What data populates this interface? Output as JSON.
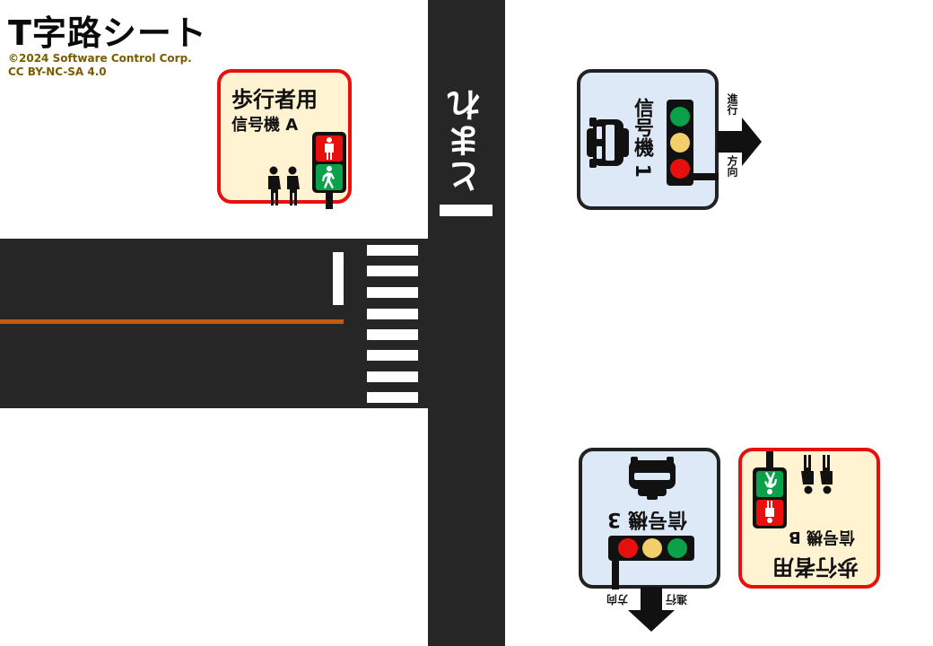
{
  "header": {
    "title": "T字路シート",
    "copyright_line1": "©2024 Software Control Corp.",
    "copyright_line2": "CC BY-NC-SA 4.0"
  },
  "road": {
    "label": "とまれ"
  },
  "pedestrian_signal_a": {
    "title": "歩行者用",
    "subtitle": "信号機 A"
  },
  "pedestrian_signal_b": {
    "title": "歩行者用",
    "subtitle": "信号機 B"
  },
  "vehicle_signal_1": {
    "label": "信号機 1",
    "arrow_label_top": "進行",
    "arrow_label_bottom": "方向"
  },
  "vehicle_signal_3": {
    "label": "信号機 3",
    "arrow_label_left": "方向",
    "arrow_label_right": "進行"
  },
  "colors": {
    "road": "#262626",
    "center_line": "#c35a12",
    "pedestrian_card_bg": "#fff3d2",
    "pedestrian_card_border": "#e8100c",
    "vehicle_card_bg": "#dde9f6",
    "signal_green": "#0aa14a",
    "signal_yellow": "#f2cf6a",
    "signal_red": "#e8100c"
  },
  "icons": [
    "car-icon",
    "pedestrians-icon",
    "walking-person-icon",
    "standing-person-icon",
    "arrow-icon"
  ]
}
